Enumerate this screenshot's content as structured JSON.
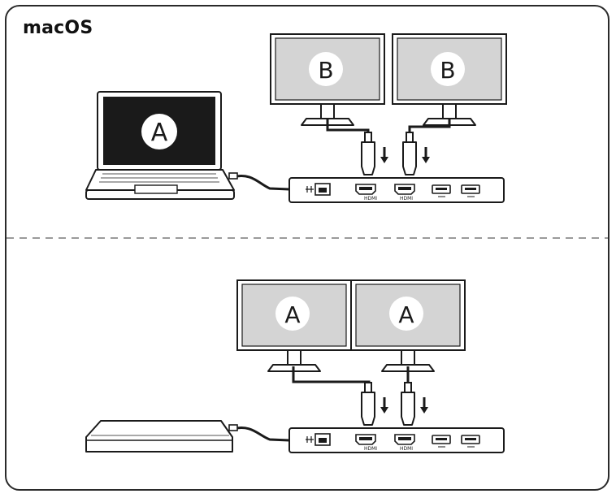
{
  "title": "macOS",
  "top_scene": {
    "laptop_screen_label": "A",
    "monitor_left_label": "B",
    "monitor_right_label": "B"
  },
  "bottom_scene": {
    "monitor_left_label": "A",
    "monitor_right_label": "A"
  },
  "dock_ports": {
    "hdmi_1": "HDMI",
    "hdmi_2": "HDMI"
  },
  "colors": {
    "stroke": "#1a1a1a",
    "screen_dark": "#1a1a1a",
    "screen_gray": "#d4d4d4",
    "divider": "#9a9a9a"
  }
}
